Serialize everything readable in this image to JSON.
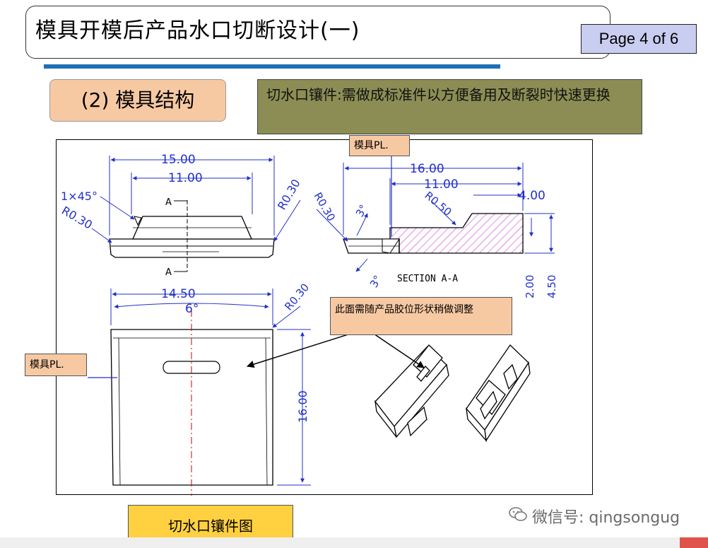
{
  "header": {
    "title": "模具开模后产品水口切断设计(一)",
    "page_label": "Page 4 of  6"
  },
  "section": {
    "label": "(2) 模具结构",
    "note": "切水口镶件:需做成标准件以方便备用及断裂时快速更换"
  },
  "callouts": {
    "pl_top": "模具PL.",
    "pl_left": "模具PL.",
    "adjust": "此面需随产品胶位形状稍做调整"
  },
  "drawing": {
    "dims": [
      "15.00",
      "11.00",
      "1×45°",
      "R0.30",
      "R0.30",
      "A",
      "A",
      "16.00",
      "11.00",
      "4.00",
      "R0.30",
      "R0.50",
      "3°",
      "3°",
      "SECTION  A-A",
      "2.00",
      "4.50",
      "14.50",
      "6°",
      "R0.30",
      "16.00"
    ]
  },
  "caption": "切水口镶件图",
  "watermark": {
    "icon": "wechat-icon",
    "text": "微信号: qingsongug"
  },
  "colors": {
    "dimension_blue": "#2230c8",
    "hatch_magenta": "#c020c0",
    "centerline_red": "#cc0000",
    "rule_blue": "#1f6fb5",
    "section_orange": "#f7c9a3",
    "note_olive": "#8b8d54",
    "caption_yellow": "#ffd040"
  }
}
